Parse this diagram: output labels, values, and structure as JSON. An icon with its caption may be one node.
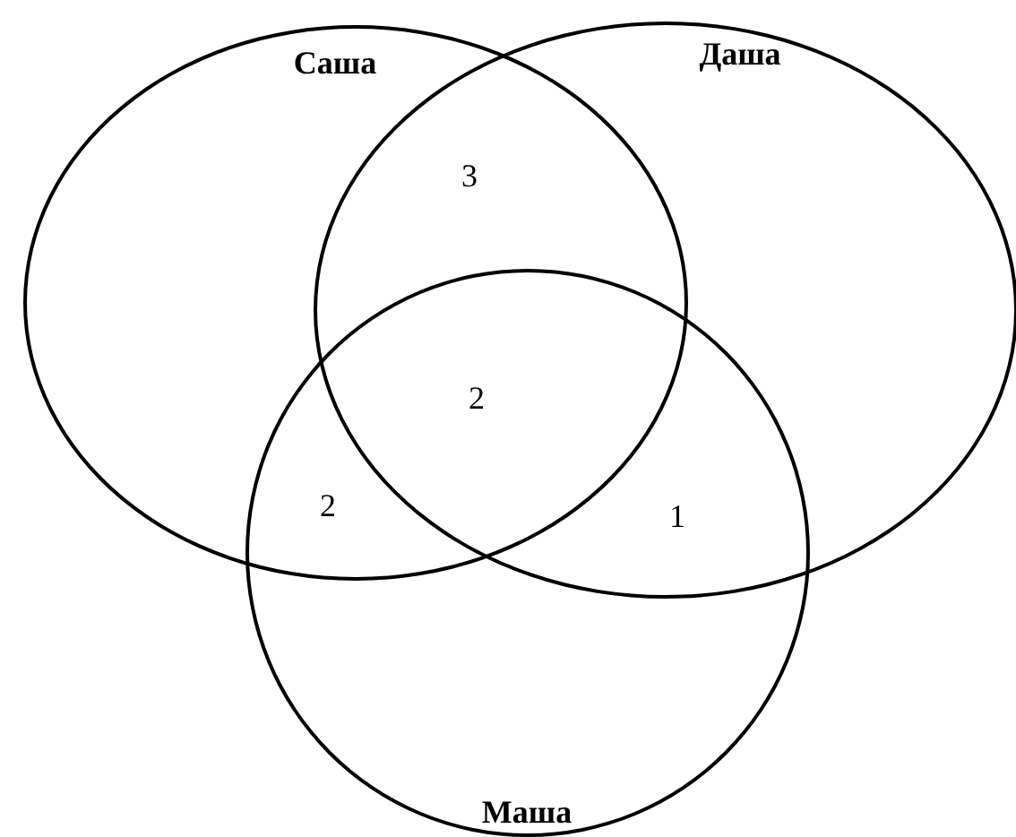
{
  "diagram": {
    "nodes": [
      {
        "text": [
          "Саша"
        ]
      },
      {
        "text": [
          "Даша"
        ]
      },
      {
        "text": [
          "Маша"
        ]
      }
    ],
    "labels": [
      "3",
      "2",
      "2",
      "1"
    ]
  }
}
